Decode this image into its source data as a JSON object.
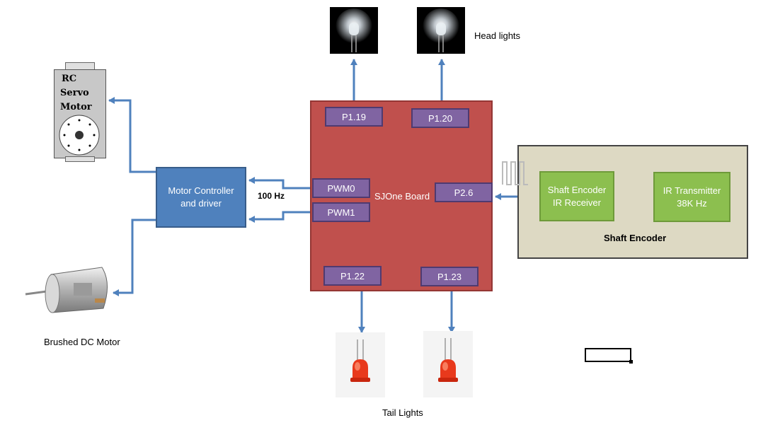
{
  "board": {
    "label": "SJOne Board",
    "color": "#c0504d"
  },
  "pins": {
    "p119": "P1.19",
    "p120": "P1.20",
    "pwm0": "PWM0",
    "pwm1": "PWM1",
    "p26": "P2.6",
    "p122": "P1.22",
    "p123": "P1.23"
  },
  "motor_controller": {
    "line1": "Motor Controller",
    "line2": "and driver",
    "color": "#4f81bd"
  },
  "pwm_frequency": "100 Hz",
  "shaft_encoder": {
    "title": "Shaft Encoder",
    "receiver_line1": "Shaft Encoder",
    "receiver_line2": "IR Receiver",
    "transmitter_line1": "IR Transmitter",
    "transmitter_line2": "38K Hz",
    "panel_color": "#ddd9c3"
  },
  "servo": {
    "line1": "RC",
    "line2": "Servo",
    "line3": "Motor"
  },
  "labels": {
    "head_lights": "Head lights",
    "tail_lights": "Tail Lights",
    "dc_motor": "Brushed DC Motor"
  },
  "icons": {
    "white_led": "white-led-icon",
    "red_led": "red-led-icon",
    "servo": "servo-motor-icon",
    "dc_motor": "dc-motor-icon",
    "square_wave": "square-wave-icon"
  },
  "arrow_color": "#4f81bd"
}
